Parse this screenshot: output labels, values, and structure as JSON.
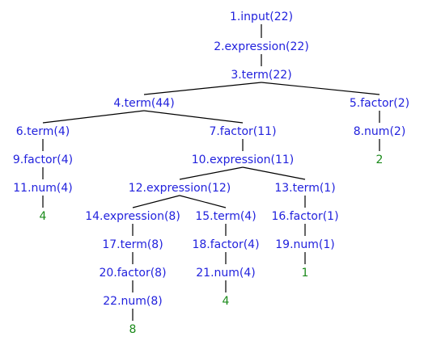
{
  "tree": {
    "nodes": [
      {
        "id": 1,
        "label": "1.input(22)"
      },
      {
        "id": 2,
        "label": "2.expression(22)"
      },
      {
        "id": 3,
        "label": "3.term(22)"
      },
      {
        "id": 4,
        "label": "4.term(44)"
      },
      {
        "id": 5,
        "label": "5.factor(2)"
      },
      {
        "id": 6,
        "label": "6.term(4)"
      },
      {
        "id": 7,
        "label": "7.factor(11)"
      },
      {
        "id": 8,
        "label": "8.num(2)"
      },
      {
        "id": 9,
        "label": "9.factor(4)"
      },
      {
        "id": 10,
        "label": "10.expression(11)"
      },
      {
        "id": 11,
        "label": "11.num(4)"
      },
      {
        "id": 12,
        "label": "12.expression(12)"
      },
      {
        "id": 13,
        "label": "13.term(1)"
      },
      {
        "id": 14,
        "label": "14.expression(8)"
      },
      {
        "id": 15,
        "label": "15.term(4)"
      },
      {
        "id": 16,
        "label": "16.factor(1)"
      },
      {
        "id": 17,
        "label": "17.term(8)"
      },
      {
        "id": 18,
        "label": "18.factor(4)"
      },
      {
        "id": 19,
        "label": "19.num(1)"
      },
      {
        "id": 20,
        "label": "20.factor(8)"
      },
      {
        "id": 21,
        "label": "21.num(4)"
      },
      {
        "id": 22,
        "label": "22.num(8)"
      },
      {
        "id": "v11",
        "label": "4"
      },
      {
        "id": "v8",
        "label": "2"
      },
      {
        "id": "v22",
        "label": "8"
      },
      {
        "id": "v21",
        "label": "4"
      },
      {
        "id": "v19",
        "label": "1"
      }
    ],
    "edges": [
      [
        1,
        2
      ],
      [
        2,
        3
      ],
      [
        3,
        4
      ],
      [
        3,
        5
      ],
      [
        4,
        6
      ],
      [
        4,
        7
      ],
      [
        5,
        8
      ],
      [
        6,
        9
      ],
      [
        7,
        10
      ],
      [
        8,
        "v8"
      ],
      [
        9,
        11
      ],
      [
        10,
        12
      ],
      [
        10,
        13
      ],
      [
        11,
        "v11"
      ],
      [
        12,
        14
      ],
      [
        12,
        15
      ],
      [
        13,
        16
      ],
      [
        14,
        17
      ],
      [
        15,
        18
      ],
      [
        16,
        19
      ],
      [
        17,
        20
      ],
      [
        18,
        21
      ],
      [
        19,
        "v19"
      ],
      [
        20,
        22
      ],
      [
        21,
        "v21"
      ],
      [
        22,
        "v22"
      ]
    ]
  },
  "colors": {
    "node_text": "#2222dd",
    "leaf_value": "#1a8a1a",
    "edge": "#000000"
  }
}
